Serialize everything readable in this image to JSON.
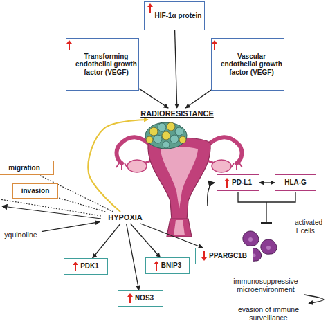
{
  "diagram": {
    "nodes": [
      {
        "text": [
          "HIF-1α protein"
        ]
      },
      {
        "text": [
          "Transforming endothelial growth factor (VEGF)"
        ]
      },
      {
        "text": [
          "Vascular endothelial growth factor (VEGF)"
        ]
      },
      {
        "text": [
          "RADIORESISTANCE"
        ]
      },
      {
        "text": [
          "migration"
        ]
      },
      {
        "text": [
          "invasion"
        ]
      },
      {
        "text": [
          "HYPOXIA"
        ]
      },
      {
        "text": [
          "yquinoline"
        ]
      },
      {
        "text": [
          "PDK1"
        ]
      },
      {
        "text": [
          "BNIP3"
        ]
      },
      {
        "text": [
          "PPARGC1B"
        ]
      },
      {
        "text": [
          "NOS3"
        ]
      },
      {
        "text": [
          "PD-L1"
        ]
      },
      {
        "text": [
          "HLA-G"
        ]
      },
      {
        "text": [
          "immunosuppressive microenvironment"
        ]
      },
      {
        "text": [
          "evasion of immune surveillance"
        ]
      }
    ],
    "edges": [
      {
        "from": 1,
        "to": 3,
        "arrow": "to"
      },
      {
        "from": 0,
        "to": 3,
        "arrow": "to"
      },
      {
        "from": 2,
        "to": 3,
        "arrow": "to"
      },
      {
        "from": 6,
        "to": 3,
        "arrow": "to"
      },
      {
        "from": 6,
        "to": 4,
        "arrow": "none"
      },
      {
        "from": 6,
        "to": 5,
        "arrow": "none"
      },
      {
        "from": 7,
        "to": 6,
        "arrow": "to"
      },
      {
        "from": 6,
        "to": 8,
        "arrow": "to"
      },
      {
        "from": 6,
        "to": 11,
        "arrow": "to"
      },
      {
        "from": 6,
        "to": 9,
        "arrow": "to"
      },
      {
        "from": 6,
        "to": 10,
        "arrow": "to"
      },
      {
        "from": 12,
        "to": 13,
        "arrow": "both"
      },
      {
        "from": 14,
        "to": 15,
        "arrow": "to"
      }
    ],
    "labels": [
      "activated T cells"
    ]
  }
}
